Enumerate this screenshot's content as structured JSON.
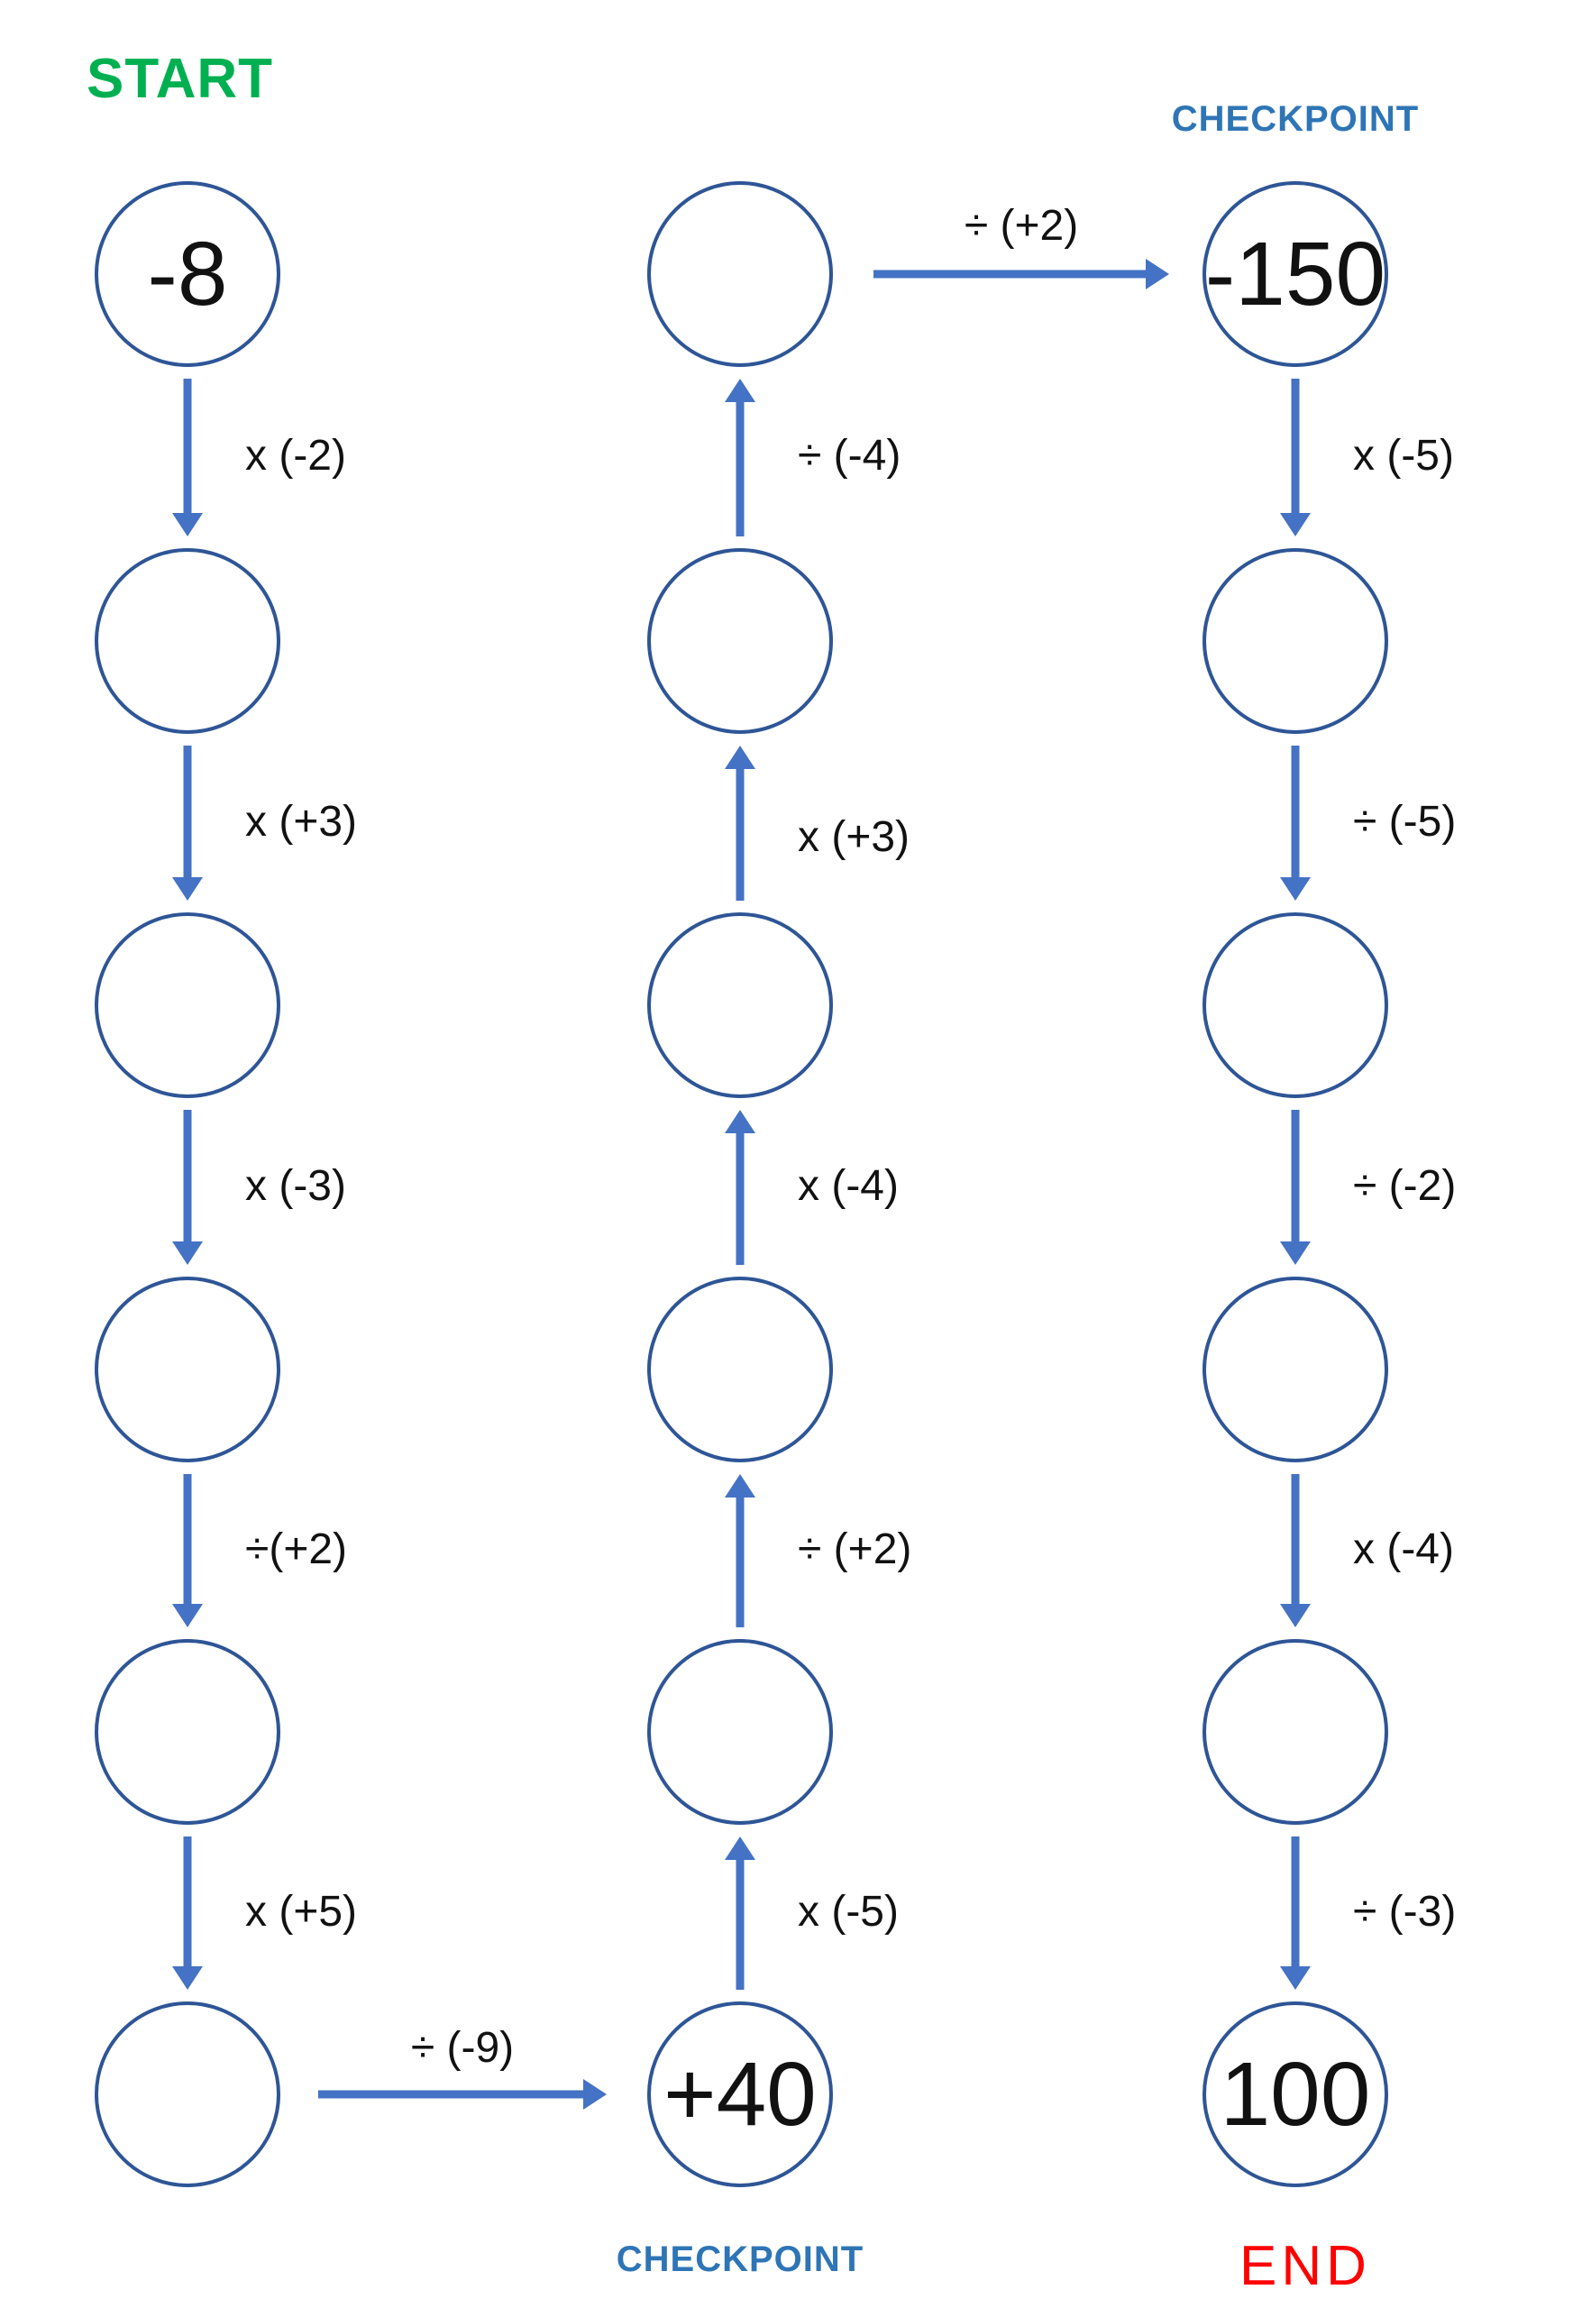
{
  "labels": {
    "start": "START",
    "end": "END",
    "checkpoint_top": "CHECKPOINT",
    "checkpoint_bottom": "CHECKPOINT"
  },
  "nodes": {
    "l1": "-8",
    "l2": "",
    "l3": "",
    "l4": "",
    "l5": "",
    "l6": "",
    "m1": "",
    "m2": "",
    "m3": "",
    "m4": "",
    "m5": "",
    "m6": "+40",
    "r1": "-150",
    "r2": "",
    "r3": "",
    "r4": "",
    "r5": "",
    "r6": "100"
  },
  "ops": {
    "l1_l2": "x (-2)",
    "l2_l3": "x (+3)",
    "l3_l4": "x (-3)",
    "l4_l5": "÷(+2)",
    "l5_l6": "x (+5)",
    "l6_m6": "÷ (-9)",
    "m6_m5": "x (-5)",
    "m5_m4": "÷ (+2)",
    "m4_m3": "x (-4)",
    "m3_m2": "x (+3)",
    "m2_m1": "÷ (-4)",
    "m1_r1": "÷ (+2)",
    "r1_r2": "x (-5)",
    "r2_r3": "÷ (-5)",
    "r3_r4": "÷ (-2)",
    "r4_r5": "x (-4)",
    "r5_r6": "÷ (-3)"
  },
  "colors": {
    "circle_outline": "#2e5596",
    "arrow": "#4472c4",
    "start_green": "#00b050",
    "checkpoint_blue": "#2e75b6",
    "end_red": "#ff0000"
  }
}
